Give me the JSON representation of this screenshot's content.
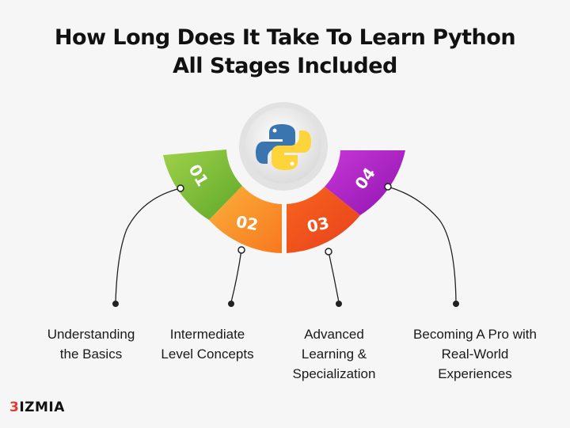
{
  "title": {
    "line1": "How Long Does It Take To Learn Python",
    "line2": "All Stages Included"
  },
  "stages": [
    {
      "number": "01",
      "label_lines": [
        "Understanding",
        "the Basics"
      ],
      "color": "#8cc63f"
    },
    {
      "number": "02",
      "label_lines": [
        "Intermediate",
        "Level Concepts"
      ],
      "color": "#f7931e"
    },
    {
      "number": "03",
      "label_lines": [
        "Advanced",
        "Learning &",
        "Specialization"
      ],
      "color": "#f15a24"
    },
    {
      "number": "04",
      "label_lines": [
        "Becoming A Pro with",
        "Real-World",
        "Experiences"
      ],
      "color": "#b01fc4"
    }
  ],
  "center_icon": "python-logo-icon",
  "brand": {
    "logo_accent": "3",
    "logo_rest": "IZMIA"
  }
}
